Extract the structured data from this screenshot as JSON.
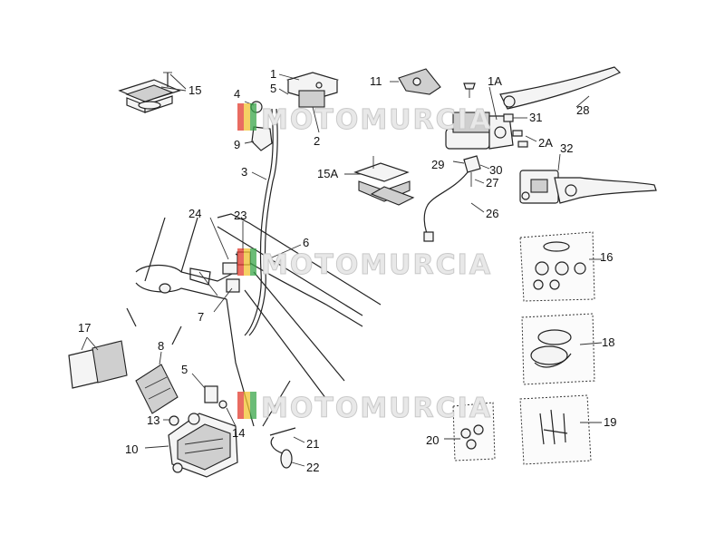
{
  "watermark": {
    "text": "MOTOMURCIA",
    "colors": [
      "#e23b2e",
      "#f2c230",
      "#3aa64a"
    ]
  },
  "callouts": [
    {
      "id": "c1",
      "label": "1"
    },
    {
      "id": "c1a",
      "label": "1A"
    },
    {
      "id": "c2",
      "label": "2"
    },
    {
      "id": "c2a",
      "label": "2A"
    },
    {
      "id": "c3",
      "label": "3"
    },
    {
      "id": "c4",
      "label": "4"
    },
    {
      "id": "c5top",
      "label": "5"
    },
    {
      "id": "c5bot",
      "label": "5"
    },
    {
      "id": "c6",
      "label": "6"
    },
    {
      "id": "c7",
      "label": "7"
    },
    {
      "id": "c8",
      "label": "8"
    },
    {
      "id": "c9",
      "label": "9"
    },
    {
      "id": "c10",
      "label": "10"
    },
    {
      "id": "c11",
      "label": "11"
    },
    {
      "id": "c13",
      "label": "13"
    },
    {
      "id": "c14",
      "label": "14"
    },
    {
      "id": "c15",
      "label": "15"
    },
    {
      "id": "c15a",
      "label": "15A"
    },
    {
      "id": "c16",
      "label": "16"
    },
    {
      "id": "c17",
      "label": "17"
    },
    {
      "id": "c18",
      "label": "18"
    },
    {
      "id": "c19",
      "label": "19"
    },
    {
      "id": "c20",
      "label": "20"
    },
    {
      "id": "c21",
      "label": "21"
    },
    {
      "id": "c22",
      "label": "22"
    },
    {
      "id": "c23",
      "label": "23"
    },
    {
      "id": "c24",
      "label": "24"
    },
    {
      "id": "c26",
      "label": "26"
    },
    {
      "id": "c27",
      "label": "27"
    },
    {
      "id": "c28",
      "label": "28"
    },
    {
      "id": "c29",
      "label": "29"
    },
    {
      "id": "c30",
      "label": "30"
    },
    {
      "id": "c31",
      "label": "31"
    },
    {
      "id": "c32",
      "label": "32"
    }
  ]
}
